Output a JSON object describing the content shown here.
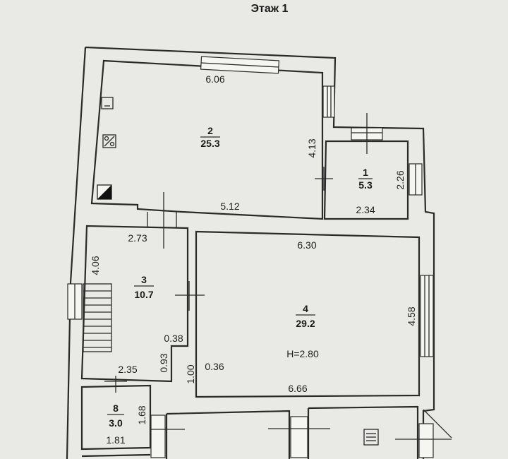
{
  "title": "Этаж 1",
  "rooms": [
    {
      "id": "room-2",
      "number": "2",
      "area": "25.3"
    },
    {
      "id": "room-1",
      "number": "1",
      "area": "5.3"
    },
    {
      "id": "room-3",
      "number": "3",
      "area": "10.7"
    },
    {
      "id": "room-4",
      "number": "4",
      "area": "29.2"
    },
    {
      "id": "room-8",
      "number": "8",
      "area": "3.0"
    }
  ],
  "dimensions": {
    "room2_top": "6.06",
    "room2_right": "4.13",
    "room2_bottom": "5.12",
    "room1_right": "2.26",
    "room1_bottom": "2.34",
    "room3_top": "2.73",
    "room3_left": "4.06",
    "room3_wall_a": "0.38",
    "room3_wall_b": "0.93",
    "room3_bottom": "2.35",
    "room4_top": "6.30",
    "room4_right": "4.58",
    "room4_bottom": "6.66",
    "room4_wall_a": "1.00",
    "room4_wall_b": "0.36",
    "room4_height": "H=2.80",
    "room8_right": "1.68",
    "room8_bottom": "1.81"
  }
}
